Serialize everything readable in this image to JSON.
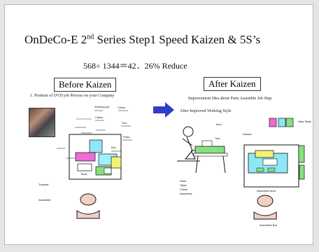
{
  "slide": {
    "title_before_sup": "OnDeCo-E 2",
    "title_sup": "nd",
    "title_after_sup": " Series Step1 Speed   Kaizen & 5S’s",
    "formula": "568÷ 1344＝42．26% Reduce"
  },
  "before": {
    "heading": "Before Kaizen",
    "subheading": "1. Position of DVD job Process on your Company"
  },
  "after": {
    "heading": "After Kaizen",
    "subheading": "Improvement Idea about Parts Assemble Job Step",
    "caption": "After Improved Working Style",
    "labels": {
      "step_table": "Step Table",
      "assemble_area": "Assemble Area",
      "assemble_bar": "Assemble Bar"
    }
  },
  "colors": {
    "arrow": "#2f3ec8",
    "cyan": "#8ee7f4",
    "magenta": "#f06ad8",
    "green": "#88e07f",
    "yellow": "#f5f07a"
  }
}
